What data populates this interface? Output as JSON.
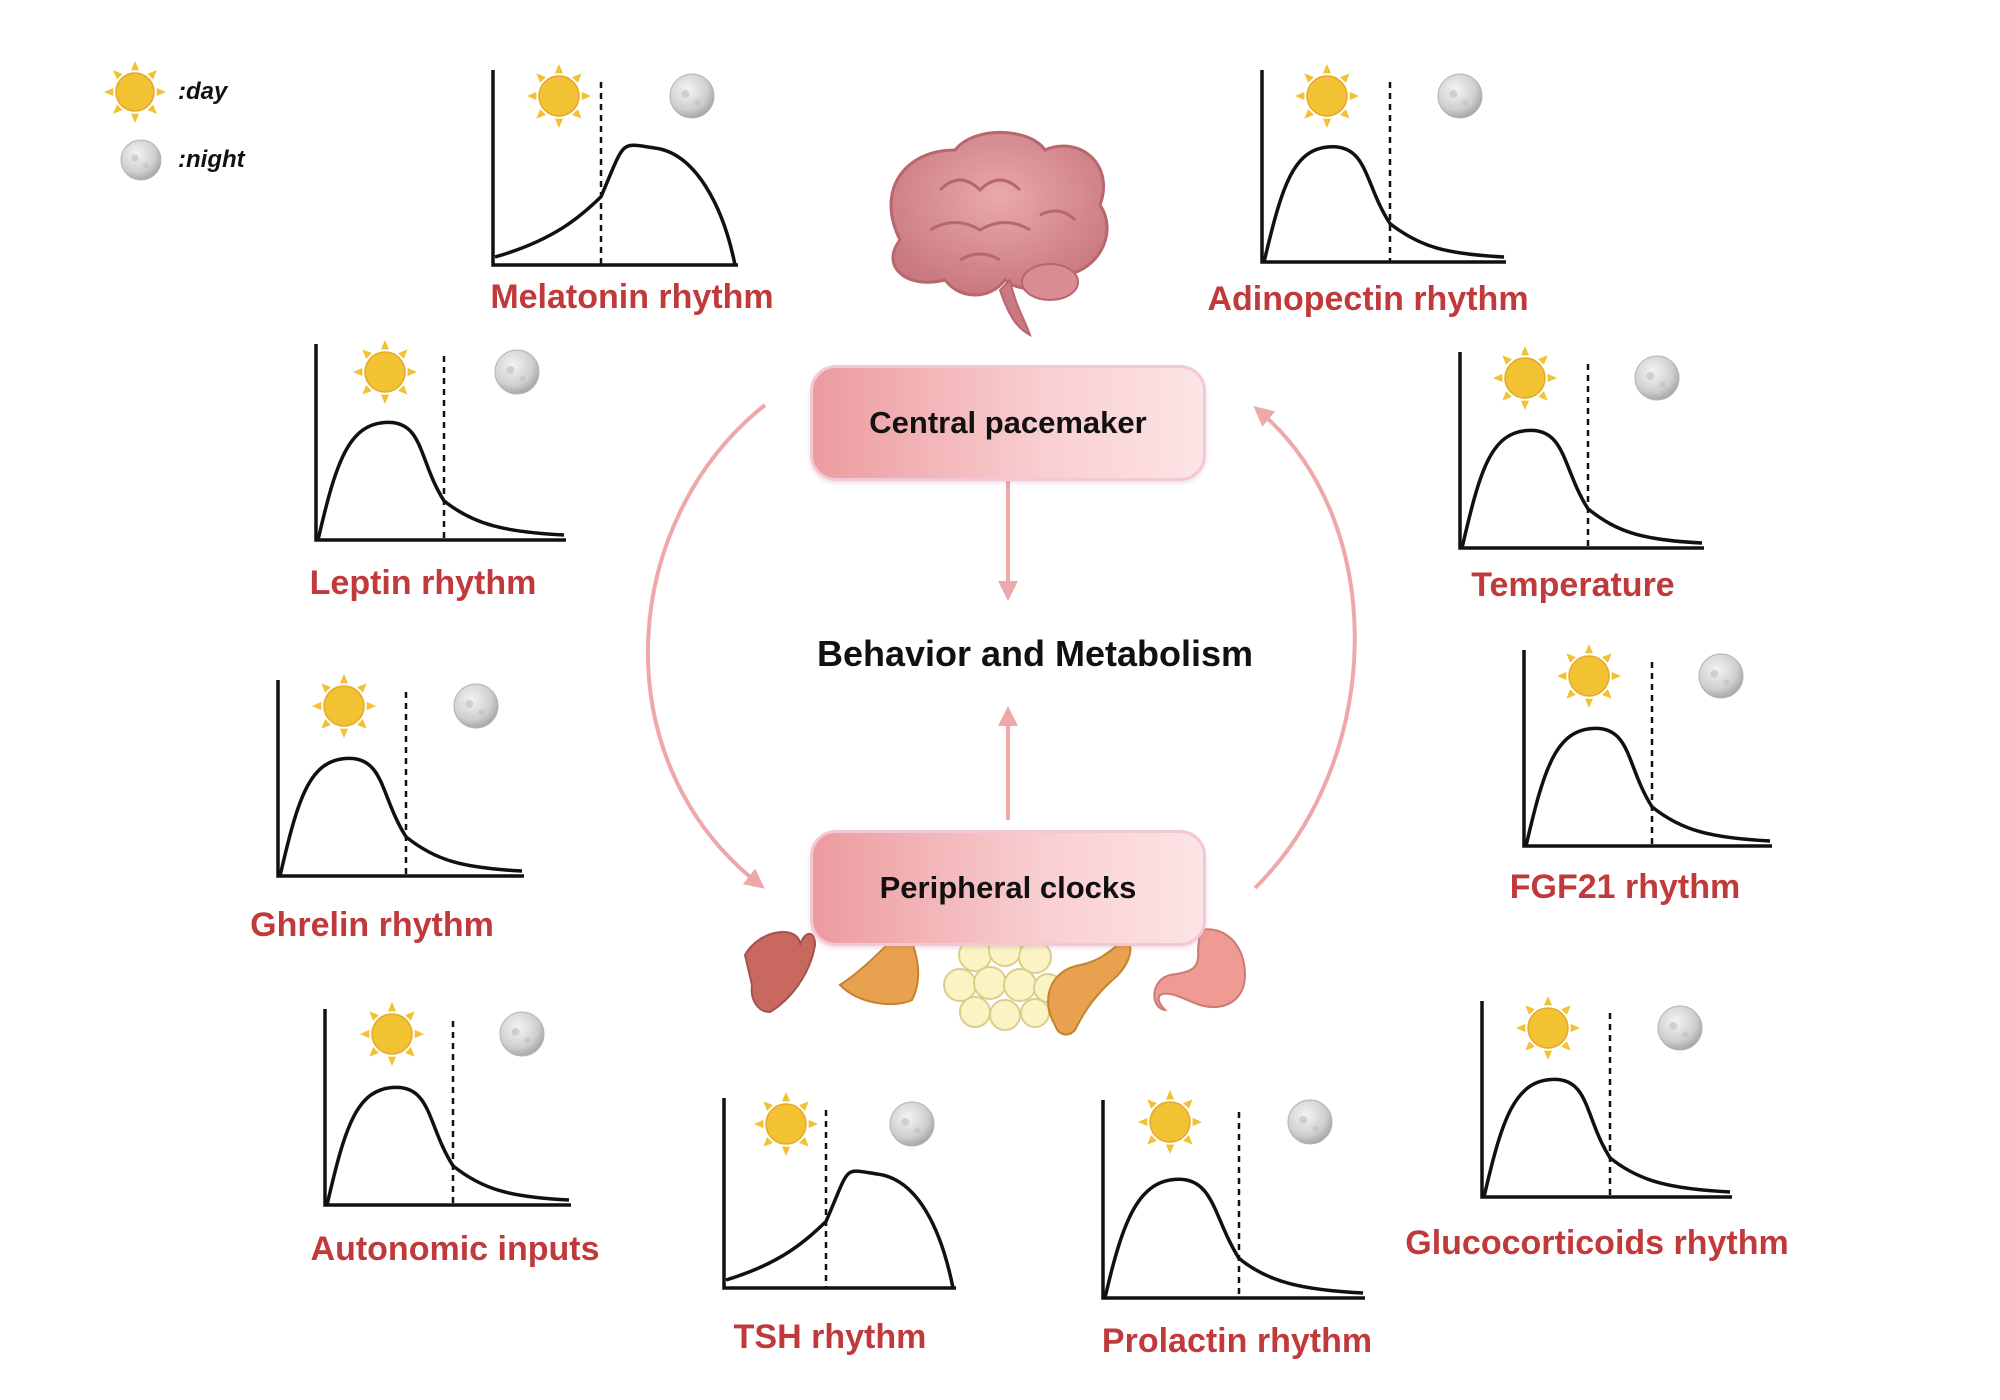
{
  "legend": {
    "day_label": ":day",
    "night_label": ":night"
  },
  "center": {
    "central_pacemaker": "Central pacemaker",
    "behavior": "Behavior and Metabolism",
    "peripheral_clocks": "Peripheral clocks"
  },
  "rhythms": {
    "melatonin": {
      "label": "Melatonin rhythm",
      "peak": "night"
    },
    "adinopectin": {
      "label": "Adinopectin rhythm",
      "peak": "day"
    },
    "leptin": {
      "label": "Leptin rhythm",
      "peak": "day"
    },
    "temperature": {
      "label": "Temperature",
      "peak": "day"
    },
    "ghrelin": {
      "label": "Ghrelin rhythm",
      "peak": "day"
    },
    "fgf21": {
      "label": "FGF21 rhythm",
      "peak": "day"
    },
    "autonomic": {
      "label": "Autonomic inputs",
      "peak": "day"
    },
    "glucocorticoids": {
      "label": "Glucocorticoids rhythm",
      "peak": "day"
    },
    "tsh": {
      "label": "TSH rhythm",
      "peak": "night"
    },
    "prolactin": {
      "label": "Prolactin rhythm",
      "peak": "day"
    }
  },
  "colors": {
    "label_red": "#c0393b",
    "arrow_pink": "#eea8aa",
    "sun": "#f2c232",
    "moon": "#cfcfcf"
  },
  "icons": [
    "sun-icon",
    "moon-icon",
    "brain-icon",
    "liver-icon",
    "adrenal-icon",
    "adipose-icon",
    "pancreas-icon",
    "stomach-icon"
  ]
}
